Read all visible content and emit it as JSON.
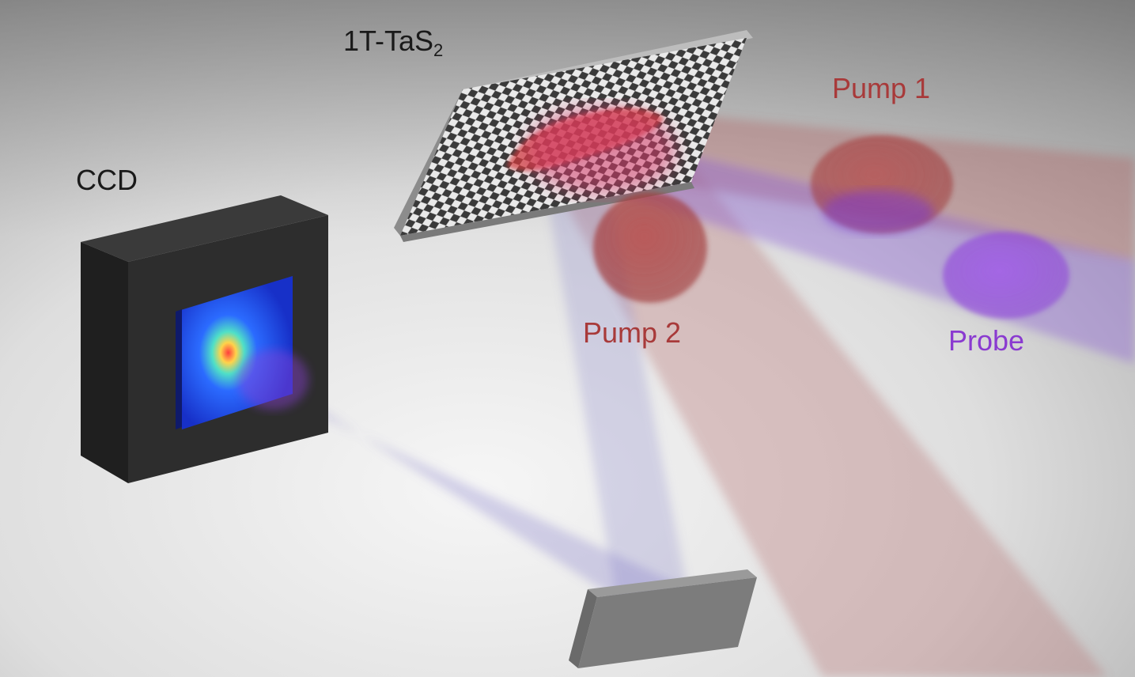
{
  "labels": {
    "sample_main": "1T-TaS",
    "sample_sub": "2",
    "ccd": "CCD",
    "pump1": "Pump 1",
    "pump2": "Pump 2",
    "probe": "Probe"
  },
  "colors": {
    "label_dark": "#1a1a1a",
    "pump": "#a83a3a",
    "probe": "#8a3ad0",
    "background_top": "#7a7a7a",
    "background_bottom": "#e6e6e6"
  },
  "icons": {
    "ccd": "ccd-detector-icon",
    "sample": "lattice-sample-icon",
    "mirror": "mirror-icon"
  }
}
